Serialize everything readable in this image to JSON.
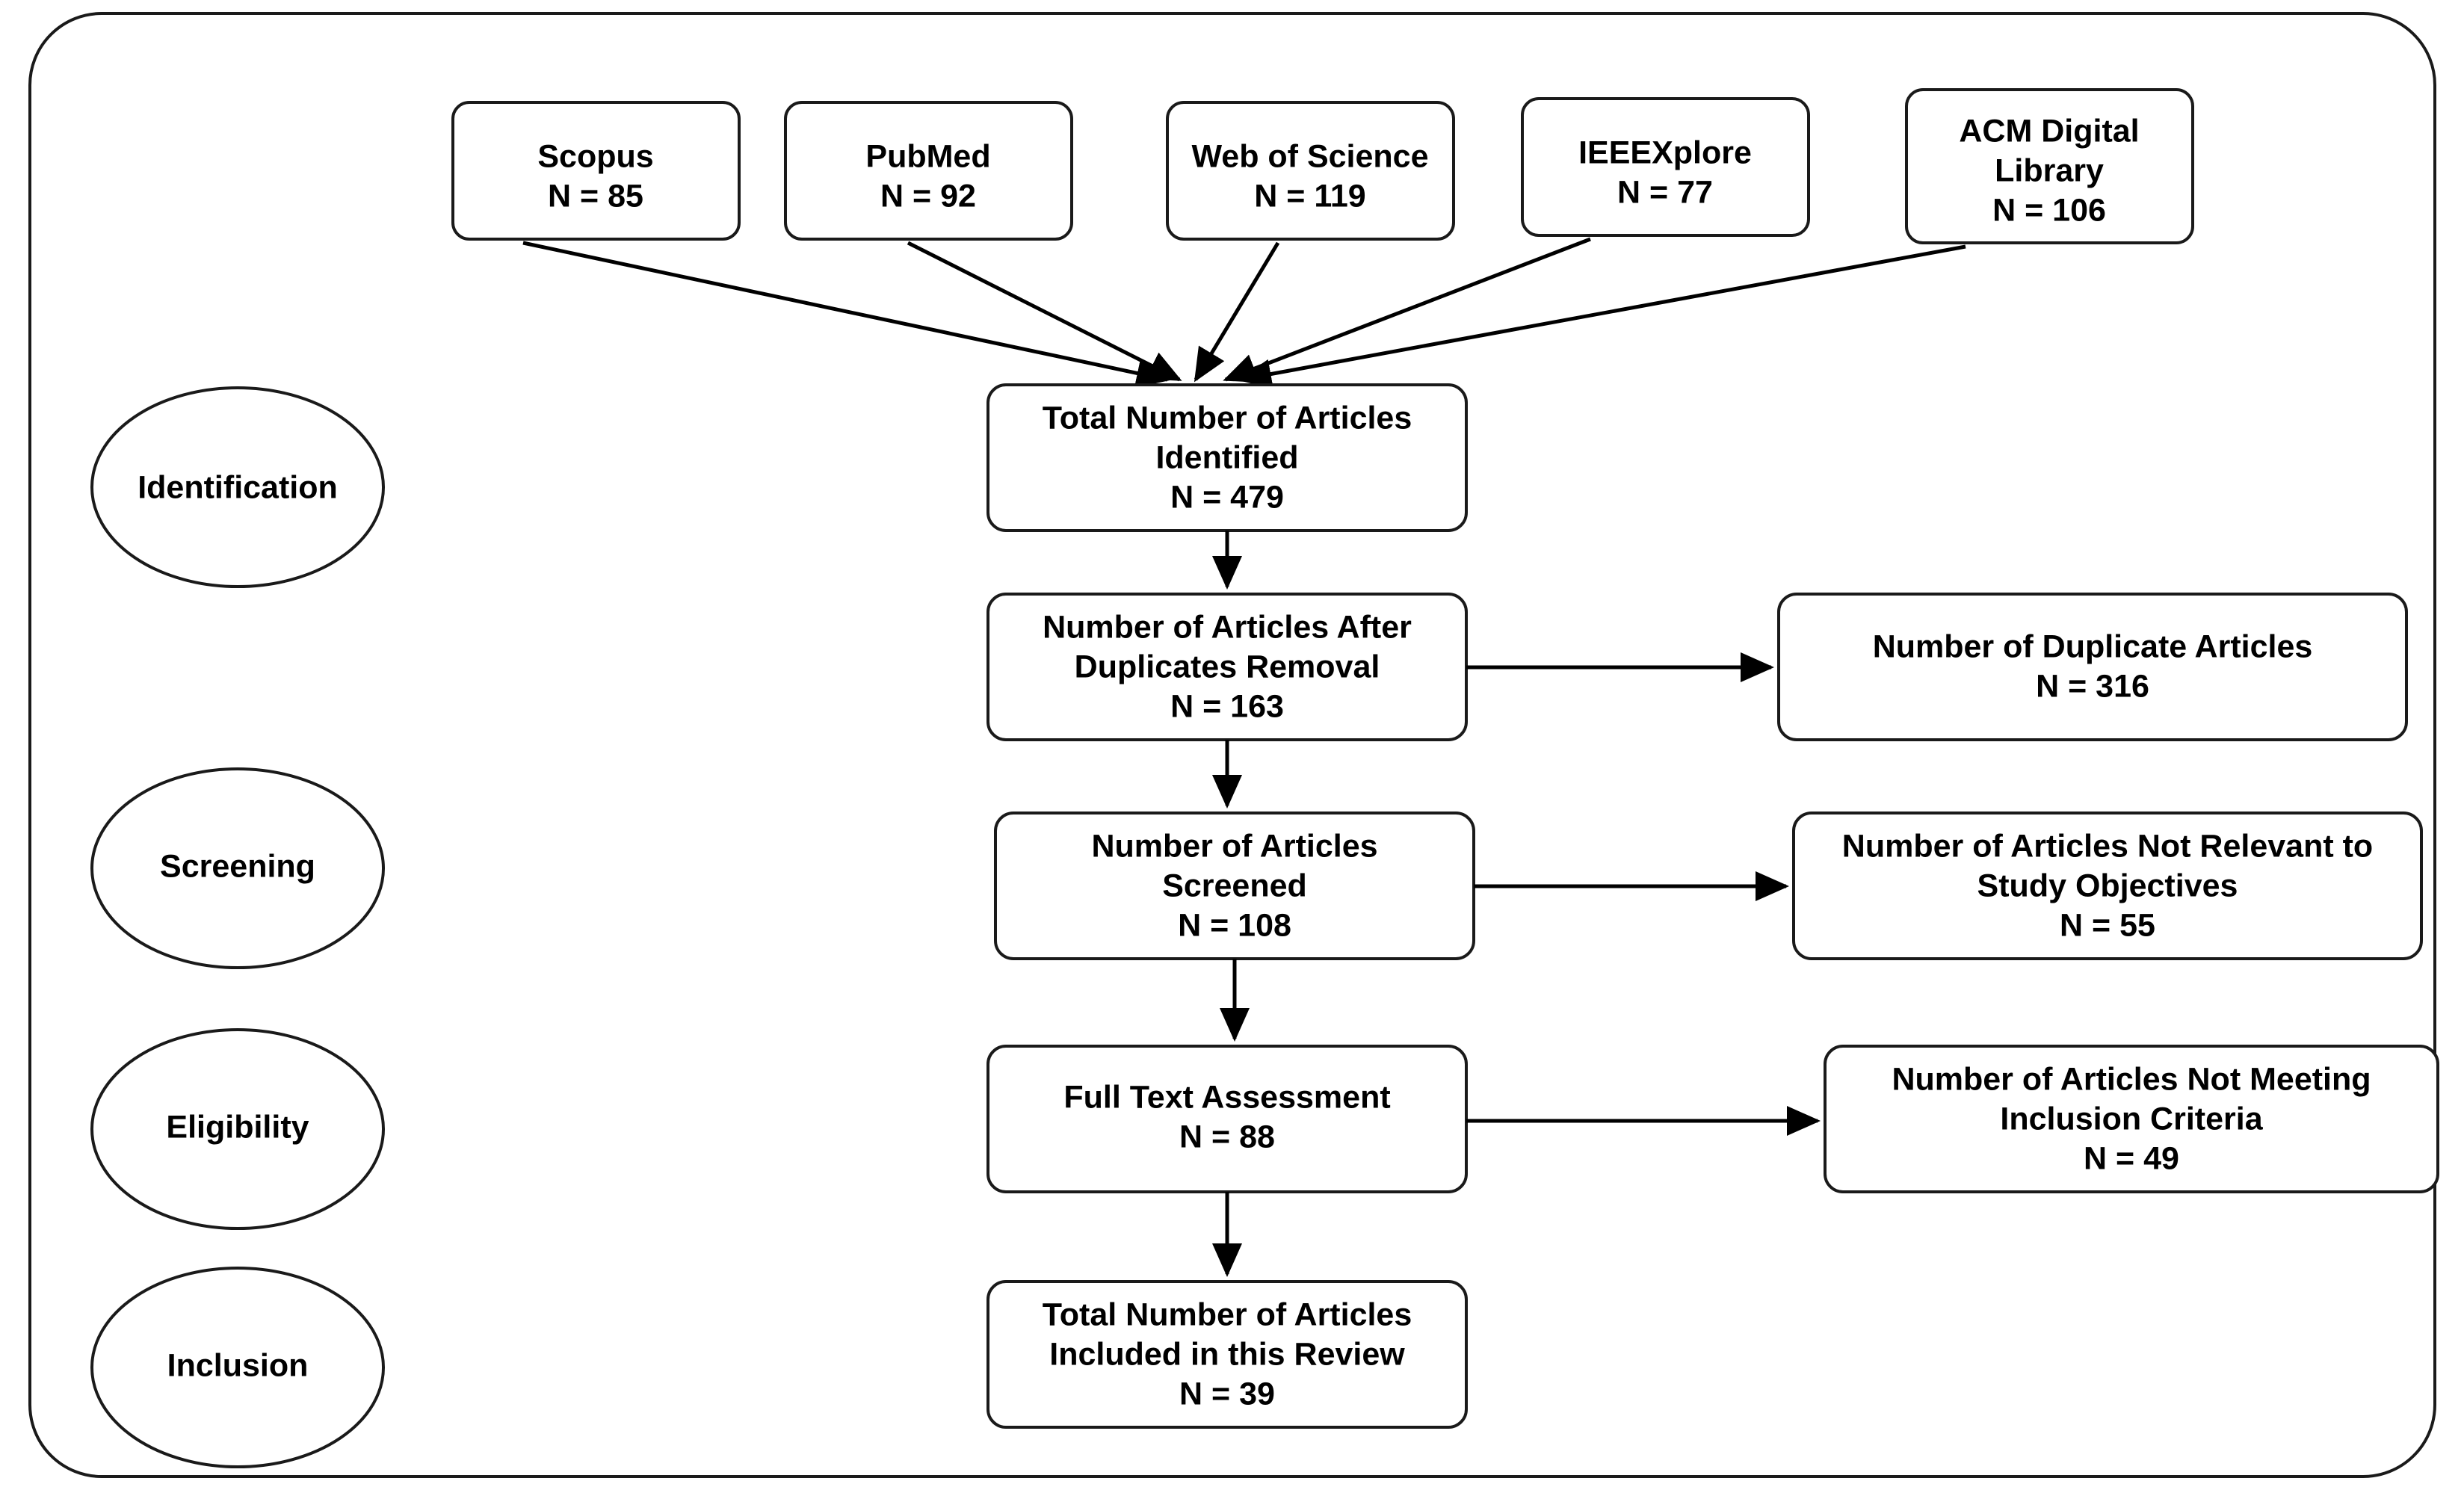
{
  "diagram": {
    "type": "prisma-flow-diagram",
    "title": "",
    "colors": {
      "background": "#ffffff",
      "stroke": "#1a1a1a",
      "text": "#000000",
      "arrow": "#000000"
    },
    "stages": [
      {
        "id": "identification",
        "label": "Identification"
      },
      {
        "id": "screening",
        "label": "Screening"
      },
      {
        "id": "eligibility",
        "label": "Eligibility"
      },
      {
        "id": "inclusion",
        "label": "Inclusion"
      }
    ],
    "sources": [
      {
        "id": "scopus",
        "name": "Scopus",
        "count_label": "N = 85",
        "count": 85,
        "lines": [
          "Scopus",
          "N = 85"
        ]
      },
      {
        "id": "pubmed",
        "name": "PubMed",
        "count_label": "N = 92",
        "count": 92,
        "lines": [
          "PubMed",
          "N = 92"
        ]
      },
      {
        "id": "web-of-science",
        "name": "Web of Science",
        "count_label": "N = 119",
        "count": 119,
        "lines": [
          "Web of Science",
          "N = 119"
        ]
      },
      {
        "id": "ieeexplore",
        "name": "IEEEXplore",
        "count_label": "N = 77",
        "count": 77,
        "lines": [
          "IEEEXplore",
          "N = 77"
        ]
      },
      {
        "id": "acm-digital-library",
        "name": "ACM Digital Library",
        "count_label": "N = 106",
        "count": 106,
        "lines": [
          "ACM Digital",
          "Library",
          "N = 106"
        ]
      }
    ],
    "flow_boxes": [
      {
        "id": "total-identified",
        "lines": [
          "Total Number of Articles",
          "Identified",
          "N = 479"
        ],
        "count": 479
      },
      {
        "id": "after-duplicates-removal",
        "lines": [
          "Number of Articles After",
          "Duplicates Removal",
          "N = 163"
        ],
        "count": 163
      },
      {
        "id": "articles-screened",
        "lines": [
          "Number of Articles",
          "Screened",
          "N = 108"
        ],
        "count": 108
      },
      {
        "id": "full-text-assessment",
        "lines": [
          "Full Text Assessment",
          "N = 88"
        ],
        "count": 88
      },
      {
        "id": "total-included",
        "lines": [
          "Total Number of Articles",
          "Included in this Review",
          "N = 39"
        ],
        "count": 39
      }
    ],
    "exclusion_boxes": [
      {
        "id": "duplicate-articles",
        "lines": [
          "Number of Duplicate Articles",
          "N = 316"
        ],
        "count": 316
      },
      {
        "id": "not-relevant",
        "lines": [
          "Number of Articles Not Relevant to",
          "Study Objectives",
          "N = 55"
        ],
        "count": 55
      },
      {
        "id": "not-meeting-inclusion-criteria",
        "lines": [
          "Number of Articles Not Meeting",
          "Inclusion Criteria",
          "N = 49"
        ],
        "count": 49
      }
    ]
  }
}
